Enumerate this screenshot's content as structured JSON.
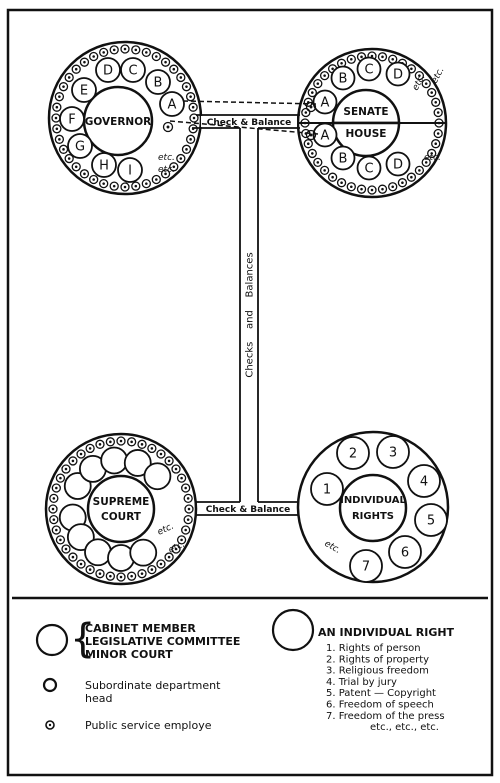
{
  "governor": {
    "title": "GOVERNOR",
    "members": [
      "A",
      "B",
      "C",
      "D",
      "E",
      "F",
      "G",
      "H",
      "I"
    ],
    "etc": "etc.",
    "etc2": "etc."
  },
  "senate": {
    "title_line1": "SENATE",
    "title_line2": "HOUSE",
    "top_members": [
      "A",
      "B",
      "C",
      "D"
    ],
    "bottom_members": [
      "A",
      "B",
      "C",
      "D"
    ],
    "etc_top": "etc.",
    "etc_top2": "etc.",
    "etc_bottom": "etc."
  },
  "court": {
    "title_line1": "SUPREME",
    "title_line2": "COURT",
    "etc": "etc.",
    "etc2": "etc."
  },
  "rights": {
    "title_line1": "INDIVIDUAL",
    "title_line2": "RIGHTS",
    "numbers": [
      "1",
      "2",
      "3",
      "4",
      "5",
      "6",
      "7"
    ],
    "etc": "etc."
  },
  "connectors": {
    "top_label": "Check & Balance",
    "bottom_label": "Check & Balance",
    "vertical_label": "Checks    and    Balances"
  },
  "legend": {
    "large_circle_lines": [
      "CABINET MEMBER",
      "LEGISLATIVE COMMITTEE",
      "MINOR COURT"
    ],
    "medium_circle_line1": "Subordinate department",
    "medium_circle_line2": "head",
    "small_circle_label": "Public service employe",
    "right_title": "AN INDIVIDUAL RIGHT",
    "rights_list": [
      "1. Rights of person",
      "2. Rights of property",
      "3. Religious freedom",
      "4. Trial by jury",
      "5. Patent — Copyright",
      "6. Freedom of speech",
      "7. Freedom of the press",
      "etc., etc., etc."
    ]
  }
}
